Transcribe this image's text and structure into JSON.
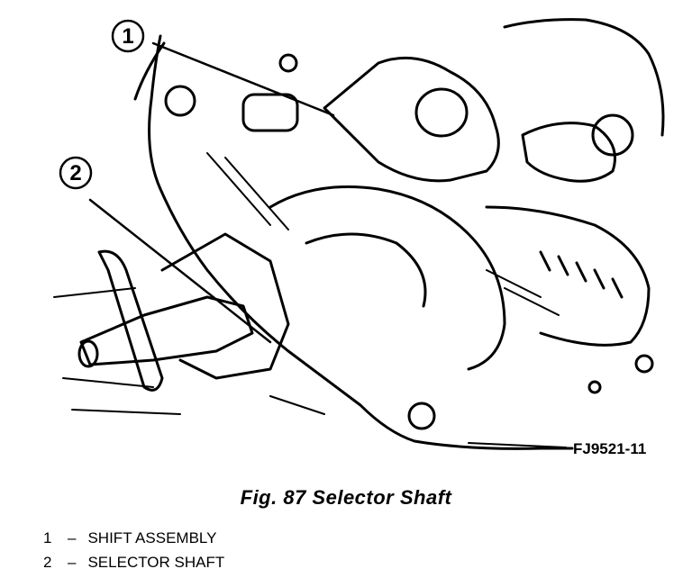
{
  "figure": {
    "caption": "Fig. 87 Selector Shaft",
    "code": "FJ9521-11"
  },
  "callouts": [
    {
      "number": "1"
    },
    {
      "number": "2"
    }
  ],
  "legend": [
    {
      "number": "1",
      "separator": "–",
      "label": "SHIFT ASSEMBLY"
    },
    {
      "number": "2",
      "separator": "–",
      "label": "SELECTOR SHAFT"
    }
  ]
}
